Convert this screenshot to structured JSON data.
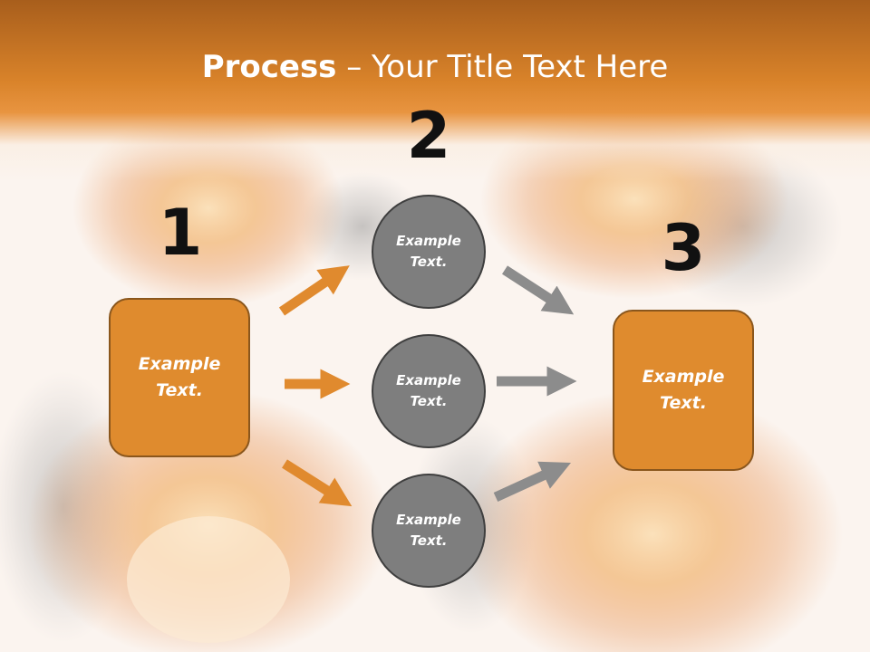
{
  "title": {
    "bold": "Process",
    "rest": " – Your Title Text Here"
  },
  "colors": {
    "header": "#d9832a",
    "box_fill": "#df8b2e",
    "box_border": "#8a561c",
    "circle_fill": "#7e7e7e",
    "circle_border": "#3f3f3f",
    "arrow_orange": "#e08a2e",
    "arrow_gray": "#8c8c8c"
  },
  "steps": [
    {
      "number": "1",
      "text": "Example\nText."
    },
    {
      "number": "2",
      "texts": [
        "Example\nText.",
        "Example\nText.",
        "Example\nText."
      ]
    },
    {
      "number": "3",
      "text": "Example\nText."
    }
  ],
  "icons": {
    "arrow": "arrow-right-icon",
    "background": "fire-explosion-image"
  }
}
